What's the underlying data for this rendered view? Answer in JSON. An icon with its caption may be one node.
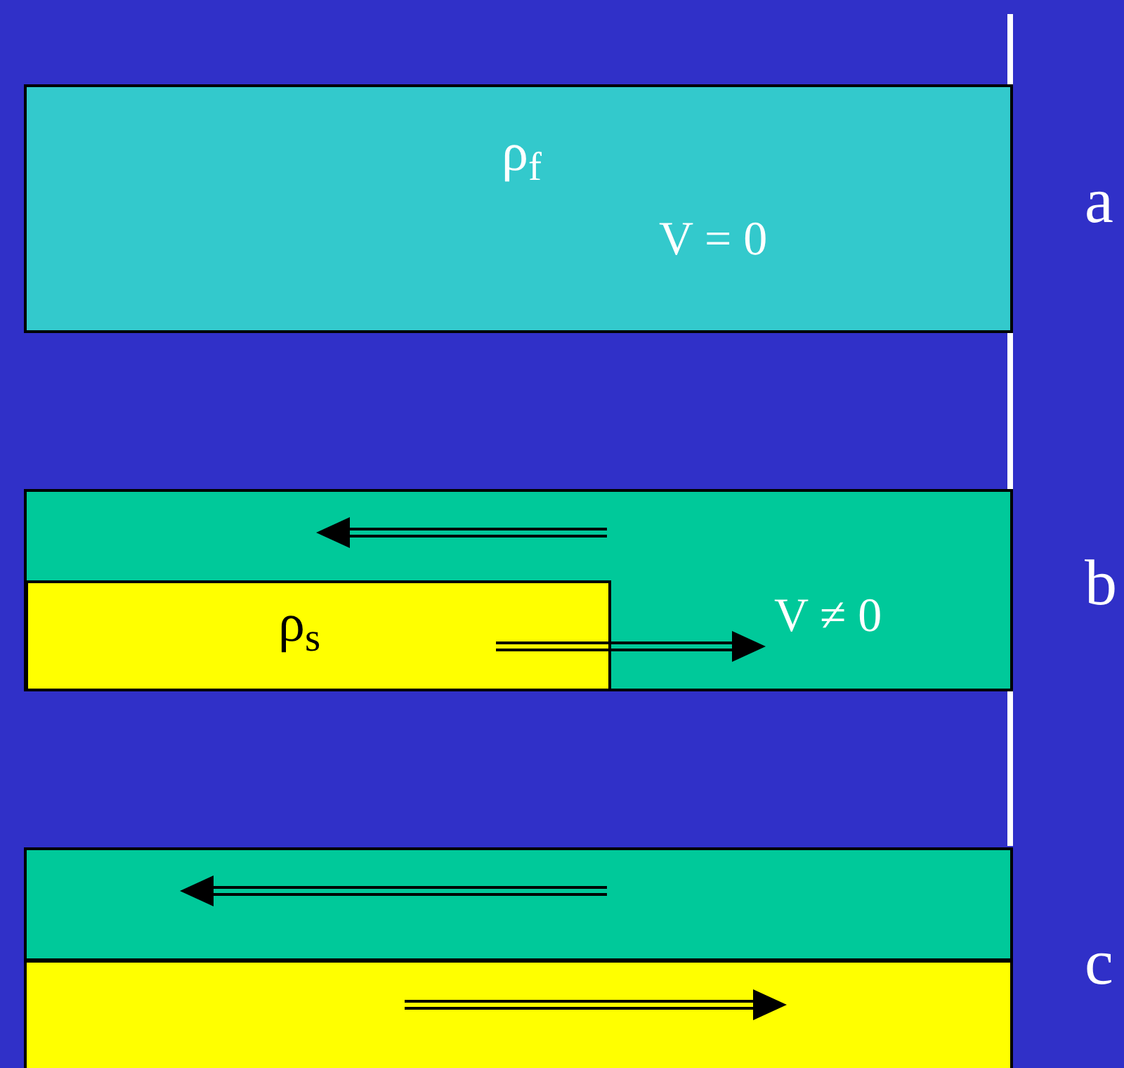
{
  "diagram": {
    "nodes": [
      {
        "text": [
          "ρ$_{f}$",
          "V = 0"
        ]
      },
      {
        "text": [
          "V ≠ 0"
        ]
      },
      {
        "text": [
          "ρ$_{s}$"
        ],
        "in": 1
      },
      {
        "text": [],
        "shape": "box"
      },
      {
        "text": [],
        "shape": "box"
      }
    ],
    "labels": [
      "a",
      "b",
      "c"
    ]
  }
}
